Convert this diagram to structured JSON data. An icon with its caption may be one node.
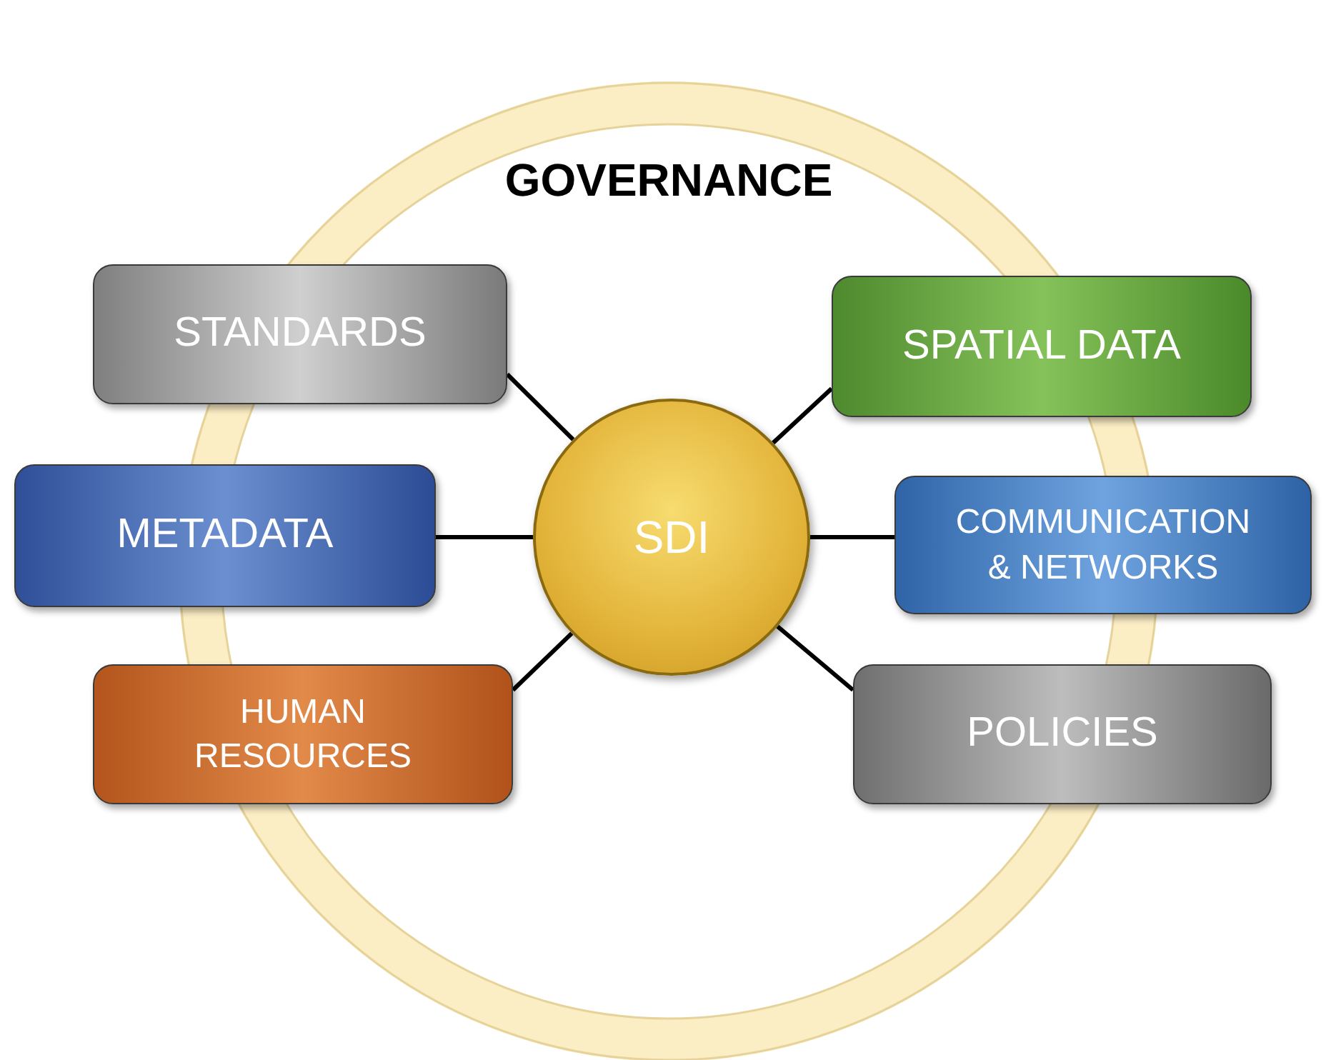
{
  "diagram": {
    "nodes": [
      {
        "text": [
          "STANDARDS"
        ]
      },
      {
        "text": [
          "SPATIAL DATA"
        ]
      },
      {
        "text": [
          "METADATA"
        ]
      },
      {
        "text": [
          "SDI"
        ]
      },
      {
        "text": [
          "COMMUNICATION & NETWORKS"
        ]
      },
      {
        "text": [
          "HUMAN RESOURCES"
        ]
      },
      {
        "text": [
          "POLICIES"
        ]
      }
    ],
    "edges": [
      {
        "from": 3,
        "to": 0,
        "arrow": "none"
      },
      {
        "from": 3,
        "to": 1,
        "arrow": "none"
      },
      {
        "from": 3,
        "to": 2,
        "arrow": "none"
      },
      {
        "from": 3,
        "to": 4,
        "arrow": "none"
      },
      {
        "from": 3,
        "to": 5,
        "arrow": "none"
      },
      {
        "from": 3,
        "to": 6,
        "arrow": "none"
      }
    ],
    "labels": [
      "GOVERNANCE"
    ]
  }
}
